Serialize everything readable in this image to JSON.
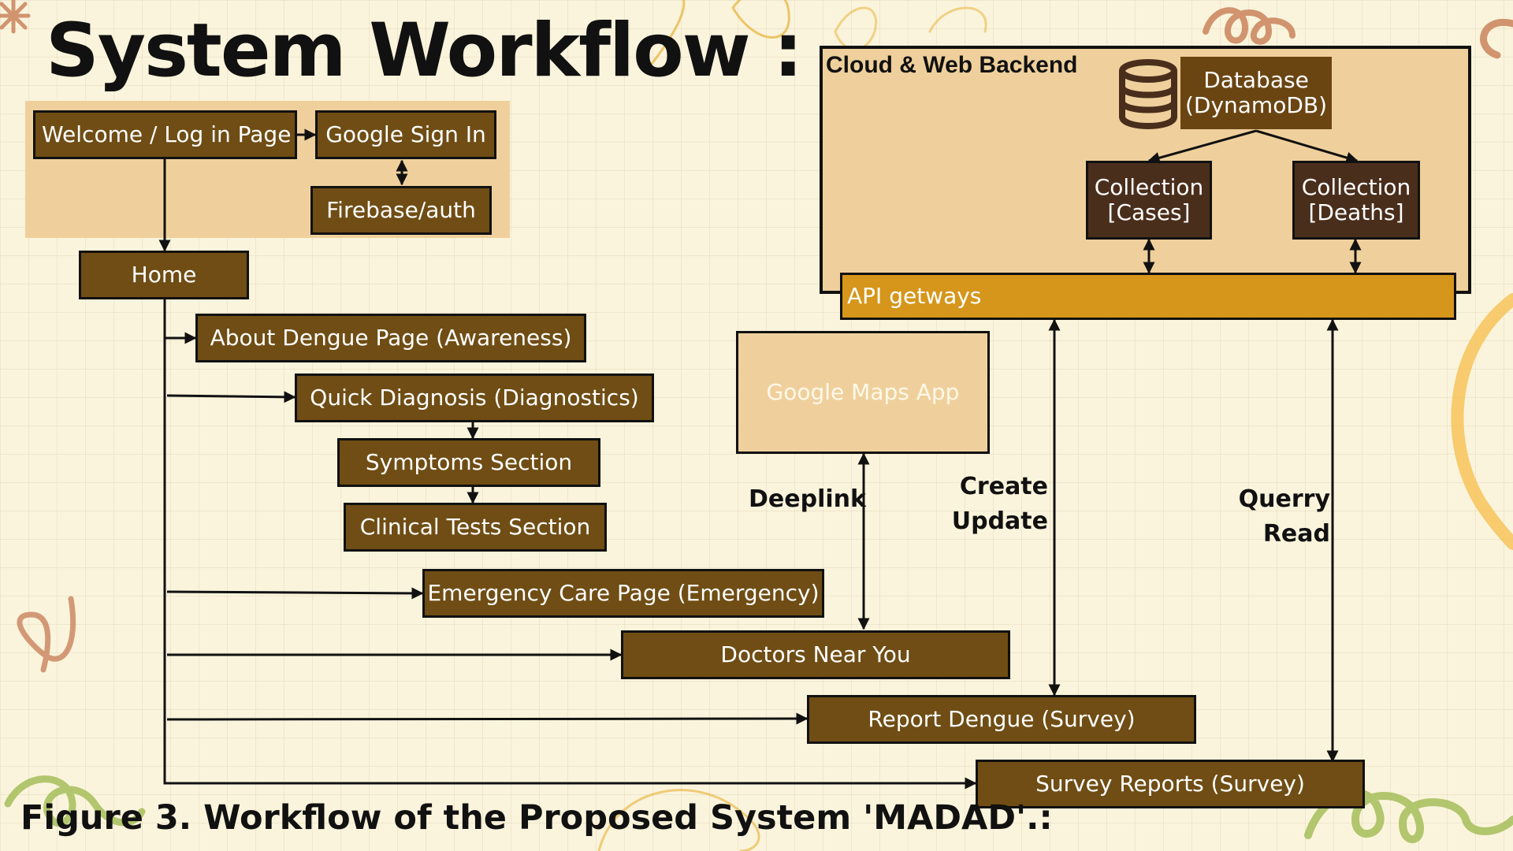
{
  "title": "System Workflow :",
  "caption": "Figure 3. Workflow of the Proposed System 'MADAD'.:",
  "cloud_label": "Cloud & Web  Backend",
  "nodes": {
    "welcome": "Welcome / Log in Page",
    "google_sign_in": "Google Sign In",
    "firebase": "Firebase/auth",
    "home": "Home",
    "about": "About Dengue Page (Awareness)",
    "quick_diag": "Quick Diagnosis (Diagnostics)",
    "symptoms": "Symptoms Section",
    "clinical": "Clinical Tests Section",
    "emergency": "Emergency Care Page (Emergency)",
    "doctors": "Doctors Near You",
    "report": "Report Dengue (Survey)",
    "survey_reports": "Survey Reports (Survey)",
    "maps": "Google Maps App",
    "database_line1": "Database",
    "database_line2": "(DynamoDB)",
    "cases_line1": "Collection",
    "cases_line2": "[Cases]",
    "deaths_line1": "Collection",
    "deaths_line2": "[Deaths]",
    "api": "API getways"
  },
  "edge_labels": {
    "deeplink": "Deeplink",
    "create": "Create",
    "update": "Update",
    "querry": "Querry",
    "read": "Read"
  },
  "icons": {
    "database": "database-icon"
  },
  "colors": {
    "background": "#fbf4dc",
    "panel": "#efd09c",
    "box": "#6f4d14",
    "collection_box": "#4a2e1c",
    "api_bar": "#d6961b"
  }
}
